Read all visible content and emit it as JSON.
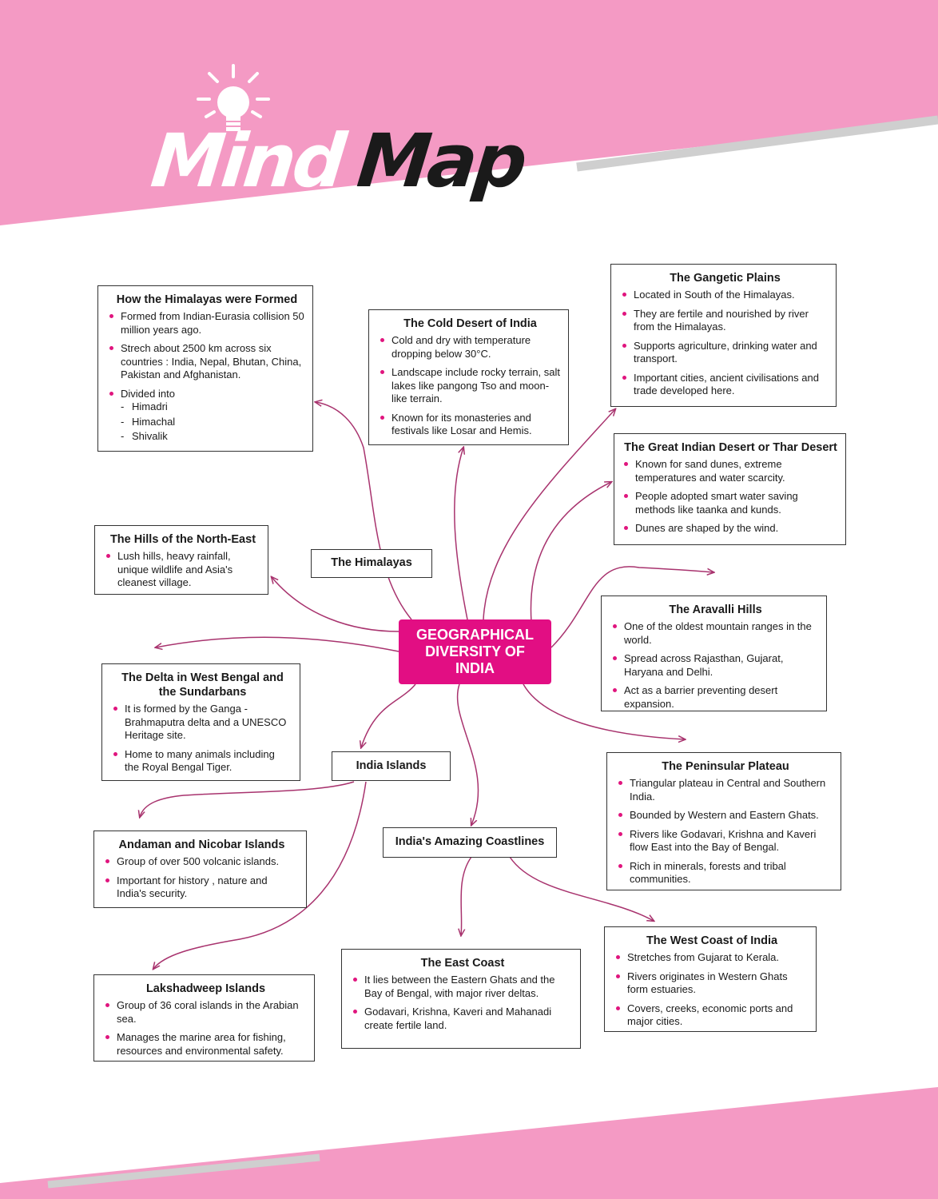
{
  "header": {
    "title_part1": "Mind",
    "title_part2": "Map",
    "icon": "lightbulb-icon"
  },
  "colors": {
    "accent": "#e20e83",
    "band": "#f49ac4",
    "connector": "#a8336e"
  },
  "center": {
    "line1": "GEOGRAPHICAL",
    "line2": "DIVERSITY OF",
    "line3": "INDIA"
  },
  "labels": {
    "himalayas": "The Himalayas",
    "islands": "India Islands",
    "coastlines": "India's Amazing Coastlines"
  },
  "himalayas_formed": {
    "title": "How the Himalayas were Formed",
    "points": [
      "Formed from Indian-Eurasia collision 50 million years ago.",
      "Strech about 2500 km across six countries : India, Nepal, Bhutan, China, Pakistan and Afghanistan.",
      "Divided into"
    ],
    "divisions": [
      "Himadri",
      "Himachal",
      "Shivalik"
    ]
  },
  "cold_desert": {
    "title": "The Cold Desert of India",
    "points": [
      "Cold and dry with temperature dropping below 30°C.",
      "Landscape include rocky terrain, salt lakes like pangong Tso and moon-like terrain.",
      "Known for its monasteries and festivals like Losar and Hemis."
    ]
  },
  "gangetic": {
    "title": "The Gangetic Plains",
    "points": [
      "Located in South of the Himalayas.",
      "They are fertile and nourished by river from the Himalayas.",
      "Supports agriculture, drinking water and transport.",
      "Important cities, ancient civilisations and trade developed here."
    ]
  },
  "thar": {
    "title": "The Great Indian Desert or Thar Desert",
    "points": [
      "Known for sand dunes, extreme temperatures and water scarcity.",
      "People adopted smart water saving methods like taanka and kunds.",
      "Dunes are shaped by the wind."
    ]
  },
  "northeast": {
    "title": "The Hills of the North-East",
    "points": [
      "Lush hills, heavy rainfall, unique wildlife and Asia's cleanest village."
    ]
  },
  "aravalli": {
    "title": "The Aravalli Hills",
    "points": [
      "One of the oldest mountain ranges in the world.",
      "Spread across Rajasthan, Gujarat, Haryana and Delhi.",
      "Act as a barrier preventing desert expansion."
    ]
  },
  "delta": {
    "title": "The Delta in West Bengal and the Sundarbans",
    "points": [
      "It is formed by the Ganga - Brahmaputra delta and a UNESCO Heritage site.",
      "Home to many animals including the Royal Bengal Tiger."
    ]
  },
  "peninsular": {
    "title": "The Peninsular Plateau",
    "points": [
      "Triangular plateau in Central and Southern India.",
      "Bounded by Western and Eastern Ghats.",
      "Rivers like Godavari, Krishna and Kaveri flow East into the Bay of Bengal.",
      "Rich in minerals, forests and tribal communities."
    ]
  },
  "andaman": {
    "title": "Andaman and Nicobar Islands",
    "points": [
      "Group of over 500 volcanic islands.",
      "Important for history , nature and India's security."
    ]
  },
  "lakshadweep": {
    "title": "Lakshadweep Islands",
    "points": [
      "Group of 36 coral islands in the Arabian sea.",
      "Manages the marine area for fishing, resources and environmental safety."
    ]
  },
  "east_coast": {
    "title": "The East Coast",
    "points": [
      "It lies between the Eastern Ghats and the Bay of Bengal, with major river deltas.",
      "Godavari, Krishna, Kaveri and Mahanadi create fertile land."
    ]
  },
  "west_coast": {
    "title": "The West Coast of India",
    "points": [
      "Stretches from Gujarat to Kerala.",
      "Rivers originates in Western Ghats form estuaries.",
      "Covers, creeks, economic ports and major cities."
    ]
  }
}
